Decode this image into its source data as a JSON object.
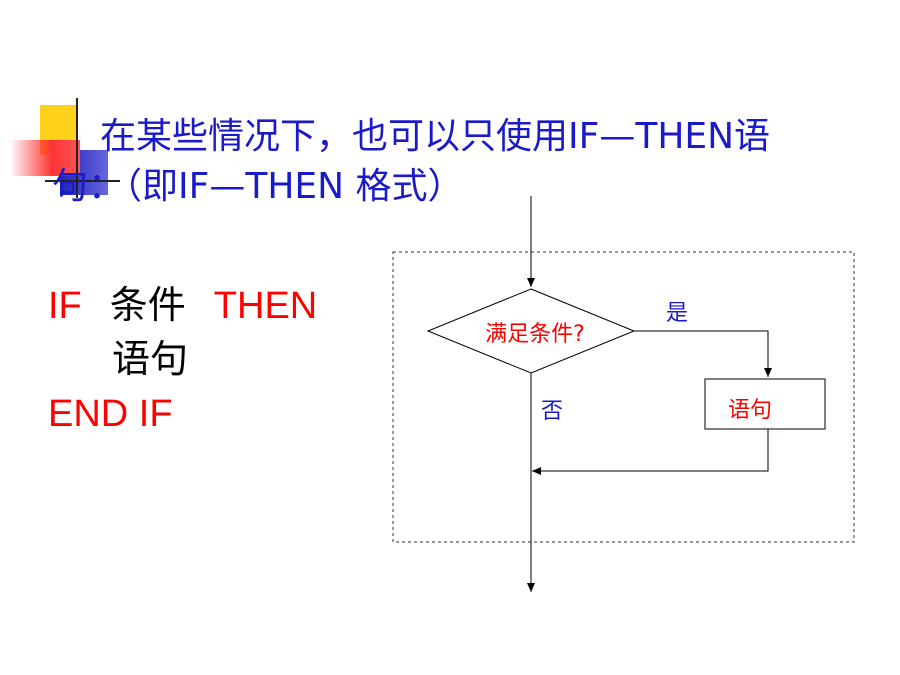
{
  "slide": {
    "title_line1": "在某些情况下，也可以只使用IF—THEN语",
    "title_line2": "句：（即IF—THEN 格式）"
  },
  "code": {
    "line1_kw1": "IF",
    "line1_cond": "条件",
    "line1_kw2": "THEN",
    "line2_stmt": "语句",
    "line3": "END IF"
  },
  "flowchart": {
    "decision_label": "满足条件?",
    "yes_label": "是",
    "no_label": "否",
    "statement_label": "语句"
  },
  "colors": {
    "title": "#1a1ac8",
    "keyword": "#ff0000",
    "branch_label": "#1a1ac8",
    "deco_yellow": "#ffd11a",
    "deco_blue": "#3333cc",
    "deco_red": "#ff3333"
  }
}
